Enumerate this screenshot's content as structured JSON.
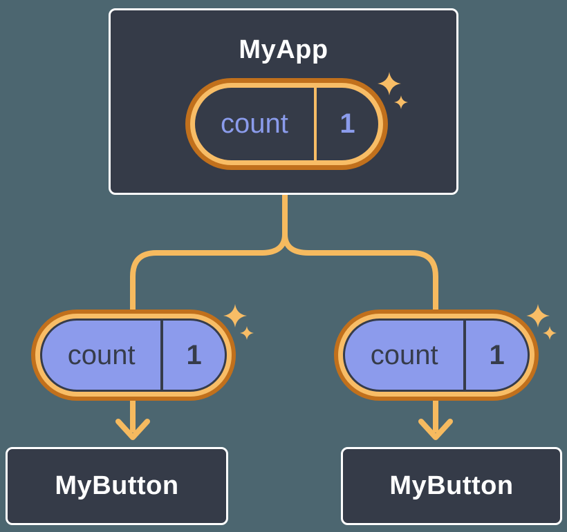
{
  "diagram": {
    "type": "react-component-tree",
    "description": "State lifted to parent component shared with two children",
    "colors": {
      "background": "#4C6670",
      "node_bg": "#353B48",
      "node_border": "#FFFFFF",
      "node_title_text": "#FFFFFF",
      "connector": "#F6BA5F",
      "ring_outer": "#C1701C",
      "ring_inner": "#F8BD66",
      "state_fill_purple": "#8C9BEC",
      "state_text_purple": "#8B9CEC",
      "state_text_dark": "#363C4A"
    },
    "root_node": {
      "title": "MyApp",
      "state": {
        "name": "count",
        "value": "1"
      }
    },
    "child_nodes": [
      {
        "title": "MyButton",
        "state": {
          "name": "count",
          "value": "1"
        }
      },
      {
        "title": "MyButton",
        "state": {
          "name": "count",
          "value": "1"
        }
      }
    ],
    "icons": {
      "sparkle": "four-point-sparkle",
      "arrow": "arrow-down"
    }
  }
}
